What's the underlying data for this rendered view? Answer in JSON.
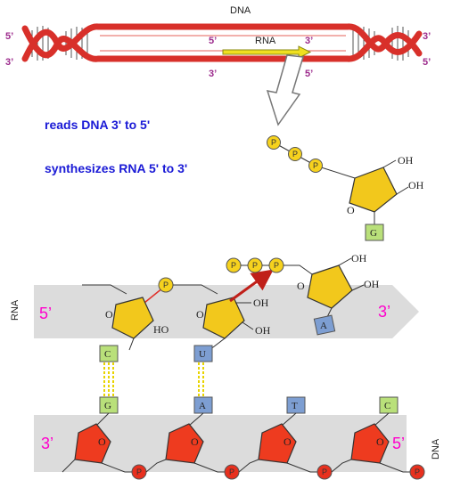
{
  "helix": {
    "dna_label": "DNA",
    "rna_label": "RNA",
    "top_left_prime": "5’",
    "bottom_left_prime": "3’",
    "top_right_prime": "3’",
    "bottom_right_prime": "5’",
    "rna_start_prime": "5’",
    "rna_end_prime": "3’",
    "inner_bottom_left_prime": "3’",
    "inner_bottom_right_prime": "5’"
  },
  "notes": {
    "line1": "reads DNA 3' to 5'",
    "line2": "synthesizes RNA 5' to 3'"
  },
  "strands": {
    "rna_label": "RNA",
    "dna_label": "DNA",
    "rna_5prime": "5’",
    "rna_3prime": "3’",
    "dna_3prime": "3’",
    "dna_5prime": "5’"
  },
  "atoms": {
    "oh": "OH",
    "ho": "HO",
    "o": "O",
    "phosphate": "P"
  },
  "bases": {
    "incoming_ntp": "G",
    "new_ntp": "A",
    "rna_1": "C",
    "rna_2": "U",
    "dna_1": "G",
    "dna_2": "A",
    "dna_3": "T",
    "dna_4": "C"
  },
  "colors": {
    "helix_red": "#d8302a",
    "rna_arrow_yellow": "#f0e020",
    "sugar_yellow": "#f2c81c",
    "sugar_red": "#ee3b1f",
    "phosphate_red": "#e8301e",
    "base_green": "#b9e07a",
    "base_blue": "#7d9ed2",
    "band_gray": "#dcdcdc",
    "text_blue": "#1a1ad6",
    "prime_magenta": "#ff00cc"
  }
}
